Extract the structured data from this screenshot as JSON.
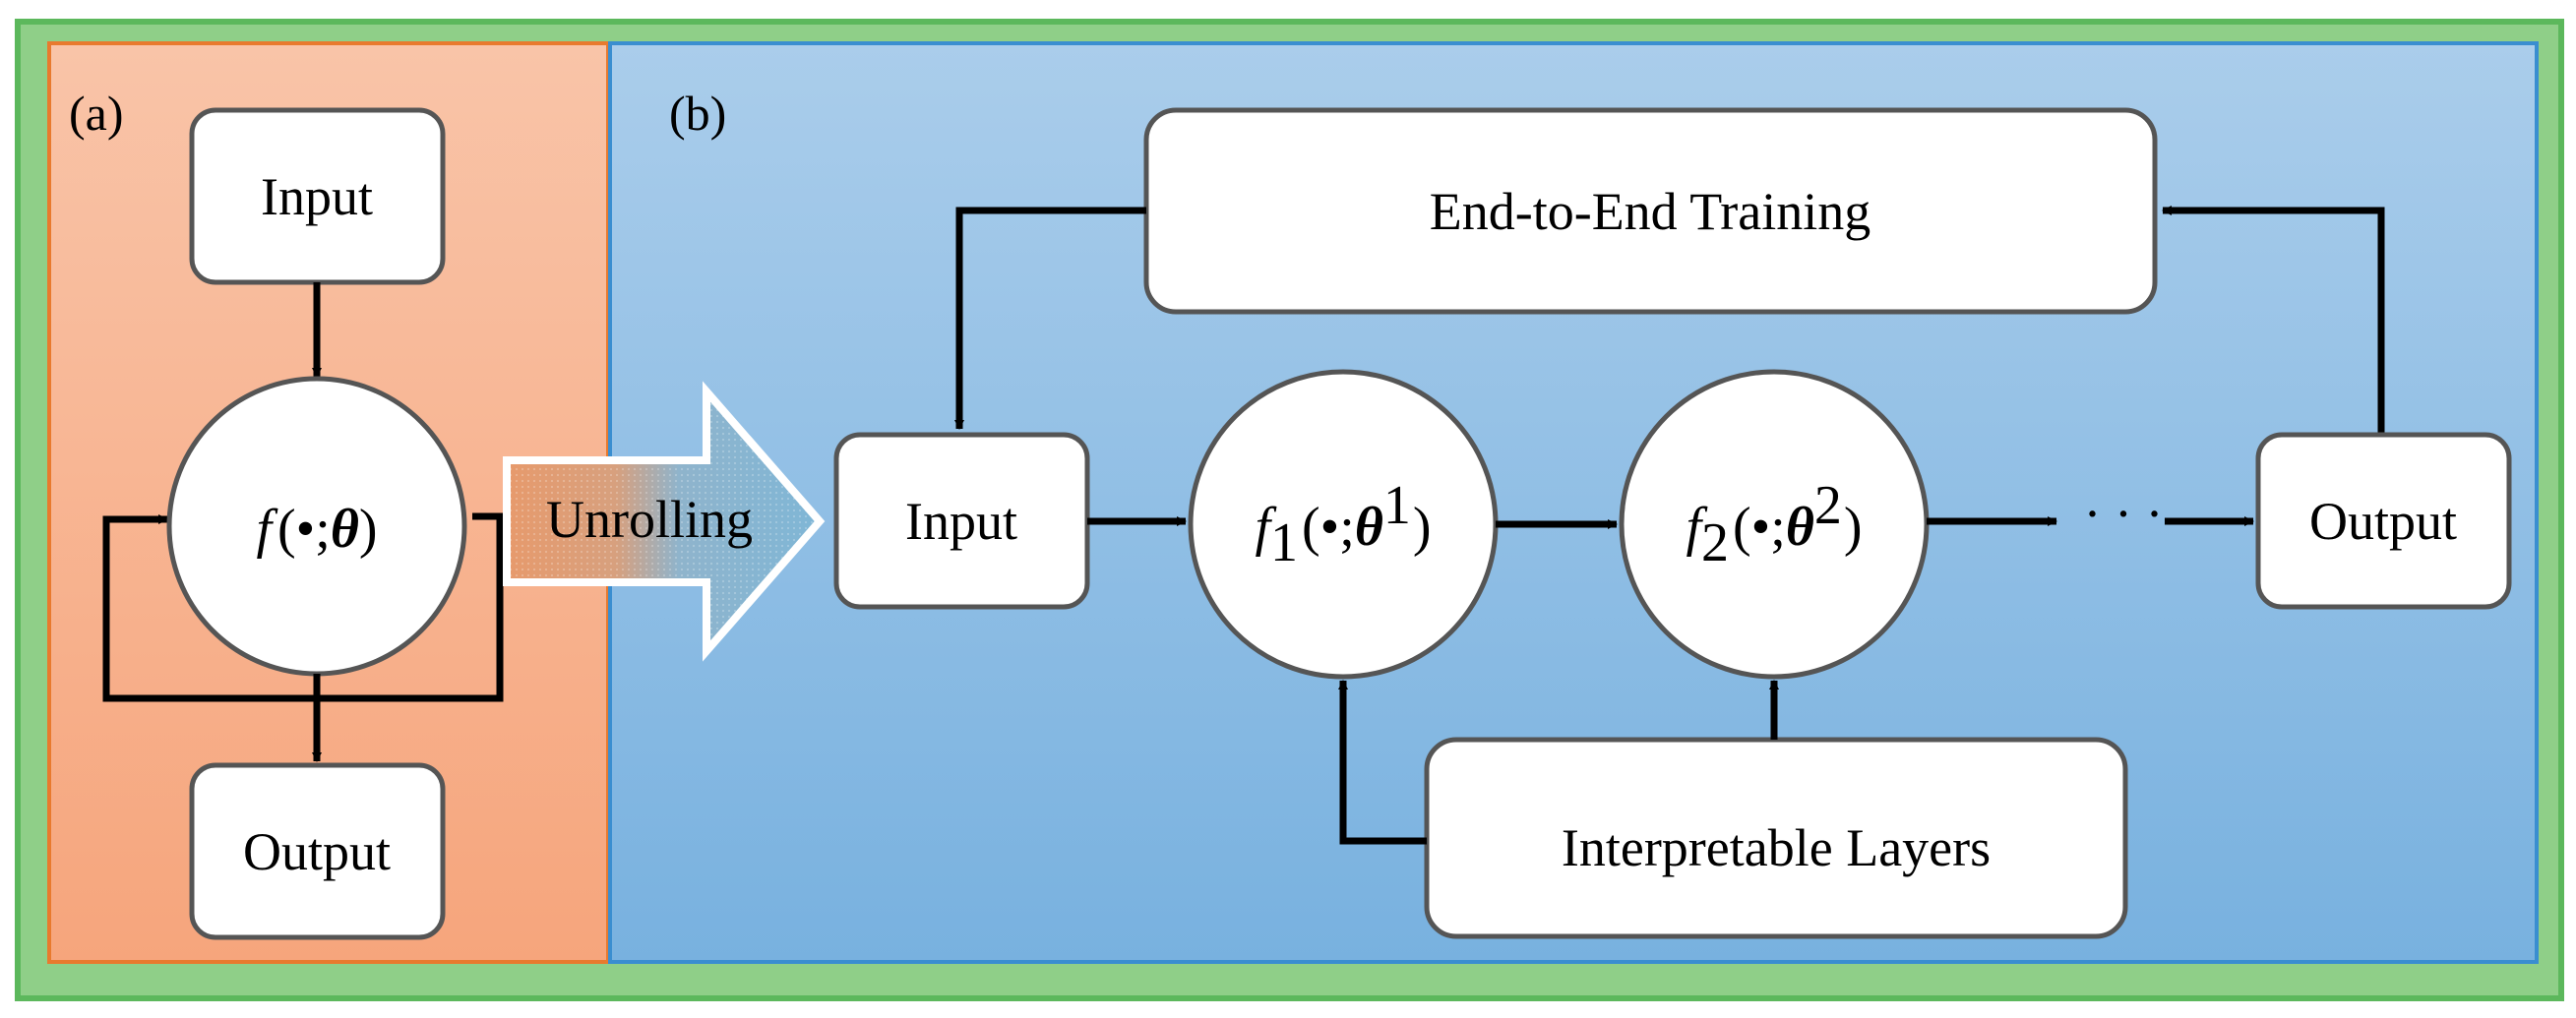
{
  "panel_a": {
    "tag": "(a)",
    "input_label": "Input",
    "output_label": "Output",
    "function": {
      "name": "f",
      "args": "(•;",
      "param": "θ",
      "close": ")"
    }
  },
  "transition": {
    "label": "Unrolling"
  },
  "panel_b": {
    "tag": "(b)",
    "training_label": "End-to-End Training",
    "input_label": "Input",
    "output_label": "Output",
    "layers_label": "Interpretable Layers",
    "ellipsis": "· · ·",
    "layer1": {
      "name": "f",
      "sub": "1",
      "args": "(•;",
      "param": "θ",
      "sup": "1",
      "close": ")"
    },
    "layer2": {
      "name": "f",
      "sub": "2",
      "args": "(•;",
      "param": "θ",
      "sup": "2",
      "close": ")"
    }
  },
  "colors": {
    "outer_border": "#5cb85c",
    "outer_fill": "#8fcf88",
    "panel_a_fill_top": "#f9c0a3",
    "panel_a_fill_bottom": "#f6a57c",
    "panel_a_border": "#e87a2e",
    "panel_b_fill_top": "#a9cdeb",
    "panel_b_fill_bottom": "#79b2e0",
    "panel_b_border": "#3a8ed0",
    "box_stroke": "#555555",
    "arrow": "#000000"
  }
}
